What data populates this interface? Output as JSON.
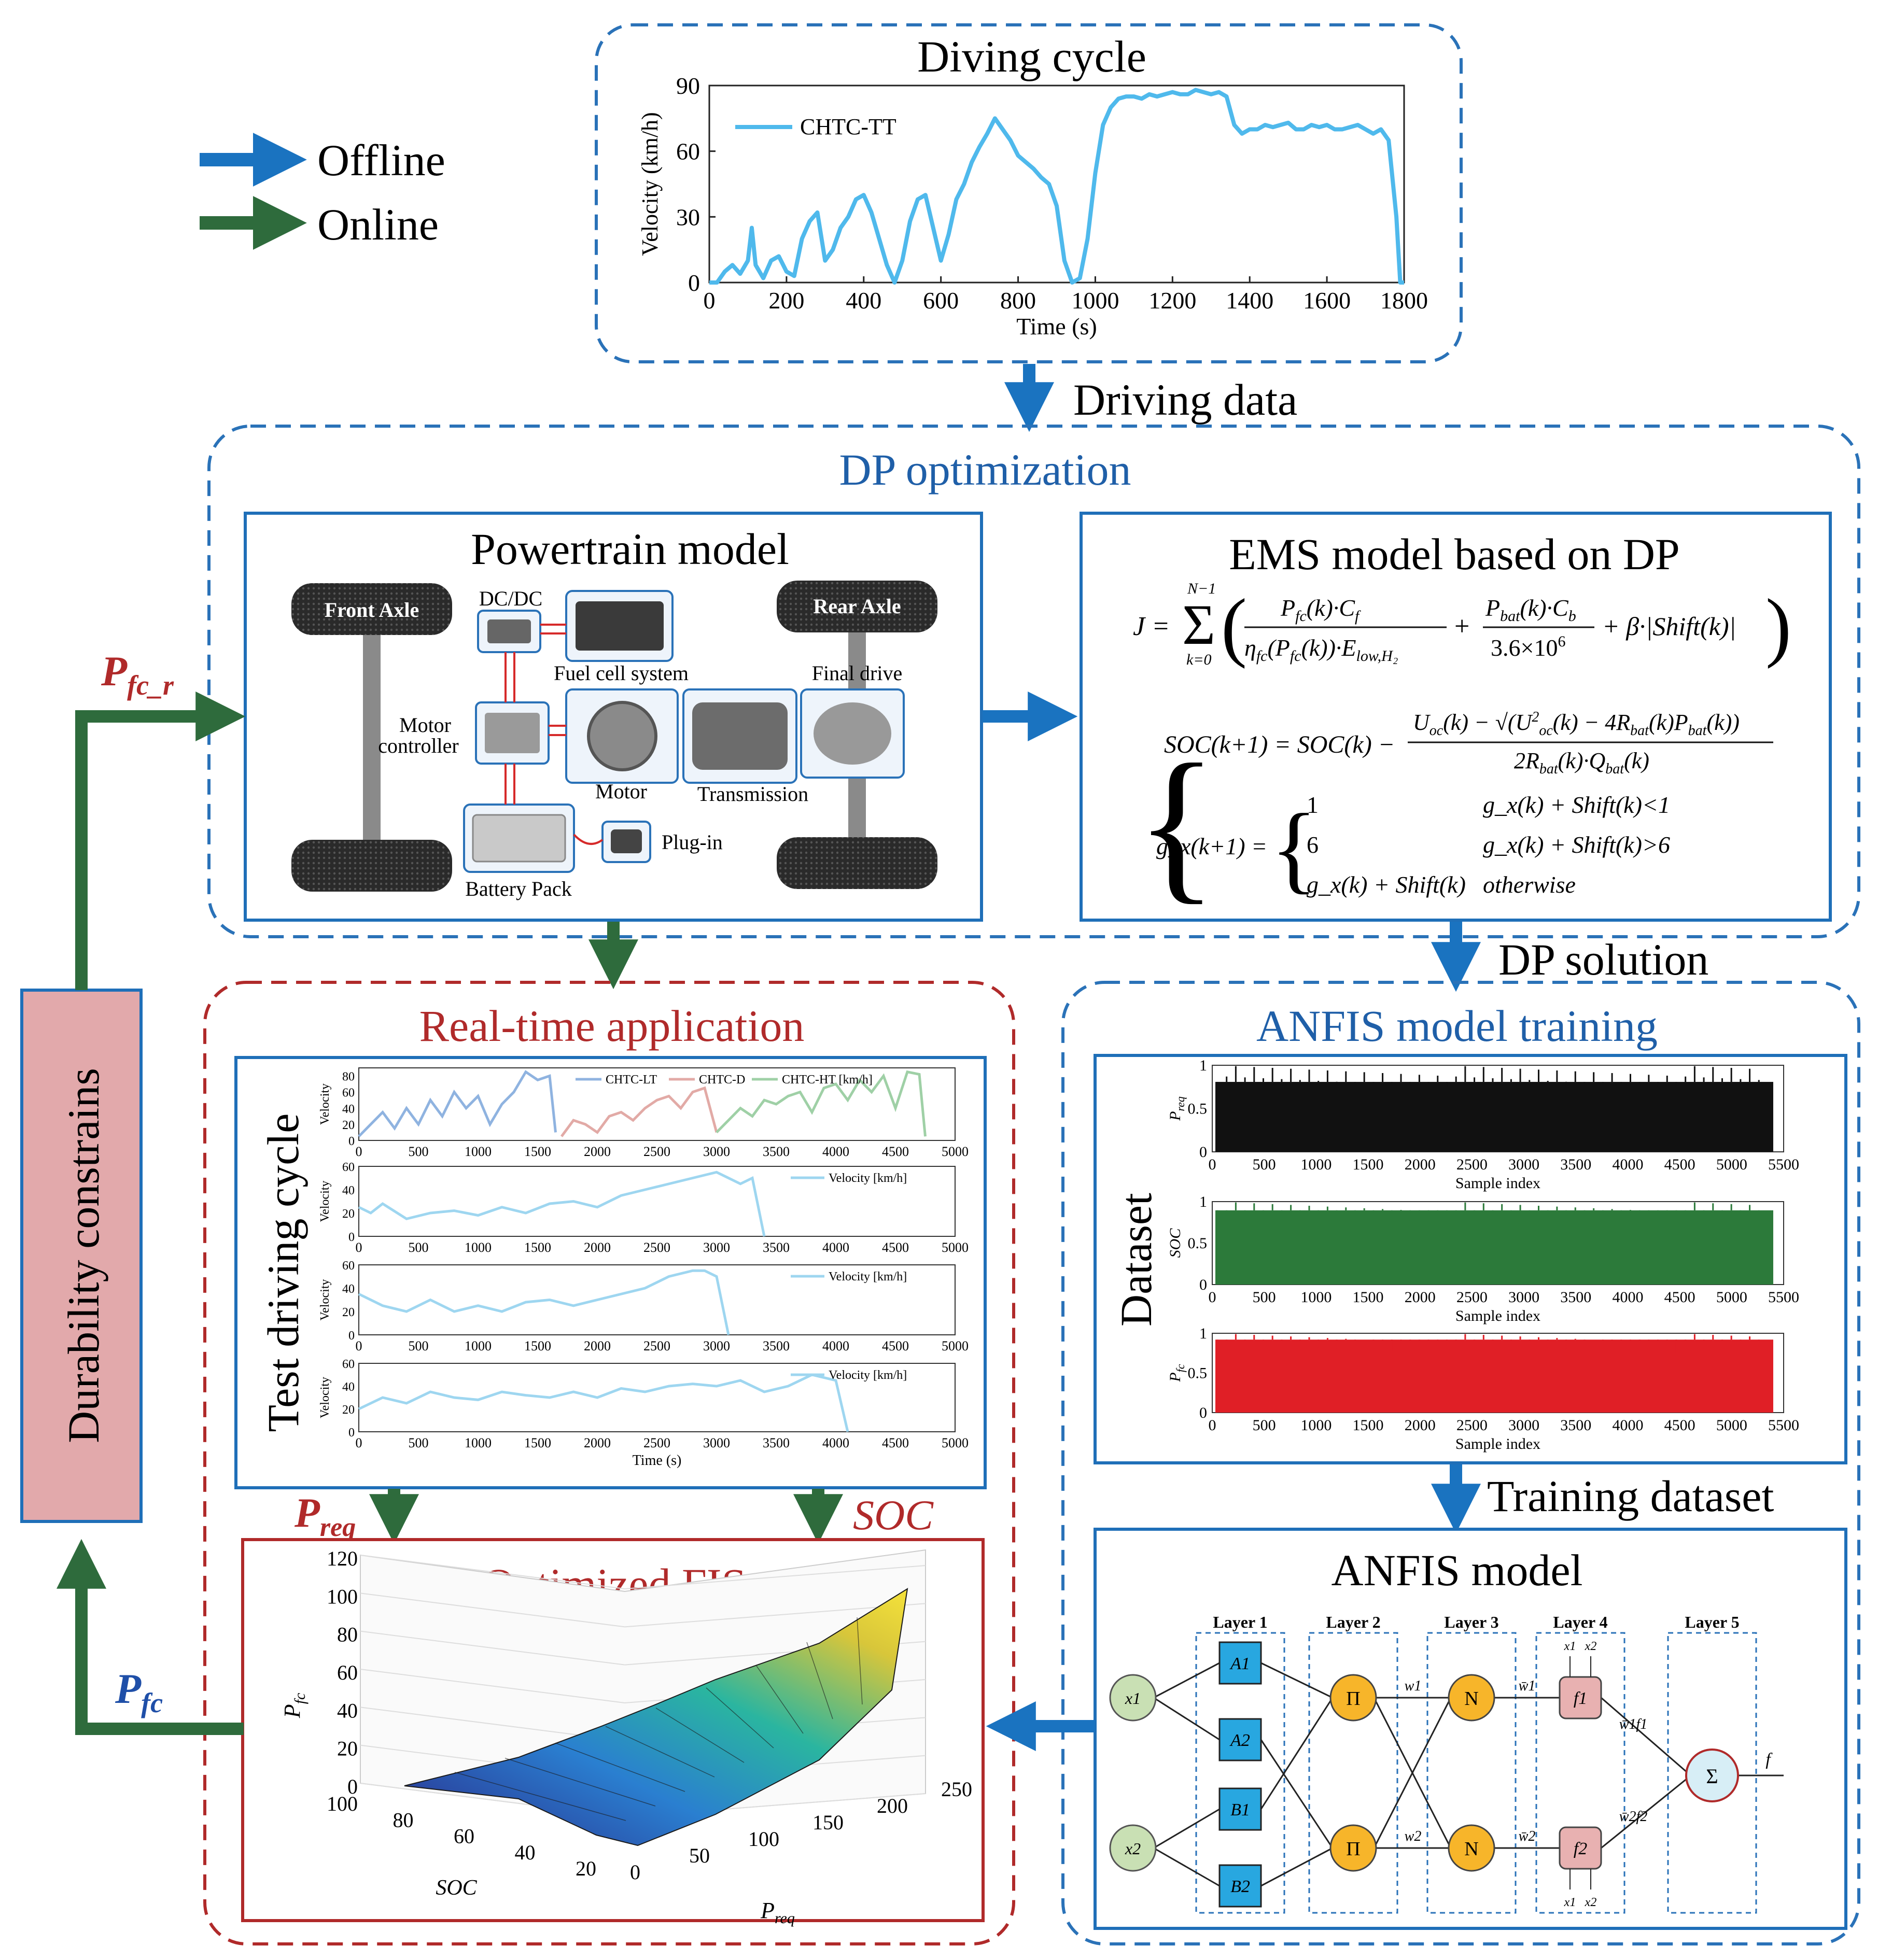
{
  "legend": {
    "offline_label": "Offline",
    "online_label": "Online",
    "offline_color": "#1a73c0",
    "online_color": "#2e6b3c"
  },
  "driving_cycle": {
    "title": "Diving cycle",
    "series_name": "CHTC-TT",
    "xlabel": "Time (s)",
    "ylabel": "Velocity (km/h)",
    "xticks": [
      "0",
      "200",
      "400",
      "600",
      "800",
      "1000",
      "1200",
      "1400",
      "1600",
      "1800"
    ],
    "yticks": [
      "0",
      "30",
      "60",
      "90"
    ]
  },
  "arrows": {
    "driving_data": "Driving data",
    "dp_solution": "DP solution",
    "training_dataset": "Training dataset",
    "p_req": "P",
    "p_req_sub": "req",
    "soc": "SOC",
    "p_fc": "P",
    "p_fc_sub": "fc",
    "p_fc_r": "P",
    "p_fc_r_sub": "fc_r"
  },
  "dp_optimization": {
    "title": "DP optimization",
    "powertrain": {
      "title": "Powertrain model",
      "front_axle": "Front Axle",
      "rear_axle": "Rear Axle",
      "dcdc": "DC/DC",
      "fuel_cell": "Fuel cell system",
      "final_drive": "Final drive",
      "motor_controller": "Motor controller",
      "motor": "Motor",
      "transmission": "Transmission",
      "plug_in": "Plug-in",
      "battery_pack": "Battery Pack"
    },
    "ems": {
      "title": "EMS model based on DP",
      "eq_cost": "J = Σ_{k=0}^{N−1} ( P_fc(k)·C_f / (η_fc(P_fc(k))·E_low,H2) + P_bat(k)·C_b / (3.6×10^6) + β·|Shift(k)| )",
      "eq_soc": "SOC(k+1) = SOC(k) − ( U_oc(k) − √(U_oc²(k) − 4R_bat(k)P_bat(k)) ) / ( 2R_bat(k)·Q_bat(k) )",
      "eq_gear_lhs": "g_x(k+1) =",
      "case1_val": "1",
      "case1_cond": "g_x(k) + Shift(k)<1",
      "case2_val": "6",
      "case2_cond": "g_x(k) + Shift(k)>6",
      "case3_val": "g_x(k) + Shift(k)",
      "case3_cond": "otherwise"
    }
  },
  "realtime": {
    "title": "Real-time application",
    "test_cycle_label": "Test driving cycle",
    "legend_items": [
      "CHTC-LT",
      "CHTC-D",
      "CHTC-HT [km/h]"
    ],
    "legend_colors": [
      "#8fb3e0",
      "#e2aaa6",
      "#9fd0a6"
    ],
    "panel_ylabel": "Velocity",
    "panel_series": "Velocity [km/h]",
    "xticks": [
      "0",
      "500",
      "1000",
      "1500",
      "2000",
      "2500",
      "3000",
      "3500",
      "4000",
      "4500",
      "5000"
    ],
    "top_yticks": [
      "0",
      "20",
      "40",
      "60",
      "80"
    ],
    "yticks": [
      "0",
      "20",
      "40",
      "60"
    ],
    "xlabel": "Time (s)"
  },
  "anfis_training": {
    "title": "ANFIS model training",
    "dataset_label": "Dataset",
    "xlabel": "Sample index",
    "xticks": [
      "0",
      "500",
      "1000",
      "1500",
      "2000",
      "2500",
      "3000",
      "3500",
      "4000",
      "4500",
      "5000",
      "5500"
    ],
    "yticks": [
      "0",
      "0.5",
      "1"
    ],
    "panels": [
      {
        "ylabel": "P",
        "ylabel_sub": "req",
        "color": "#111111"
      },
      {
        "ylabel": "SOC",
        "ylabel_sub": "",
        "color": "#2c7a3a"
      },
      {
        "ylabel": "P",
        "ylabel_sub": "fc",
        "color": "#e01f26"
      }
    ]
  },
  "optimized_fis": {
    "title": "Optimized FIS",
    "zlabel": "P",
    "zlabel_sub": "fc",
    "ylabel": "SOC",
    "xlabel": "P",
    "xlabel_sub": "req",
    "zticks": [
      "0",
      "20",
      "40",
      "60",
      "80",
      "100",
      "120"
    ],
    "soc_ticks": [
      "100",
      "80",
      "60",
      "40",
      "20"
    ],
    "preq_ticks": [
      "0",
      "50",
      "100",
      "150",
      "200",
      "250"
    ]
  },
  "anfis_model": {
    "title": "ANFIS model",
    "layers": [
      "Layer 1",
      "Layer 2",
      "Layer 3",
      "Layer 4",
      "Layer 5"
    ],
    "inputs": [
      "x1",
      "x2"
    ],
    "mf_nodes": [
      "A1",
      "A2",
      "B1",
      "B2"
    ],
    "prod_nodes": [
      "Π",
      "Π"
    ],
    "norm_nodes": [
      "N",
      "N"
    ],
    "rule_nodes": [
      "f1",
      "f2"
    ],
    "sum_node": "Σ",
    "output": "f",
    "w_labels": [
      "w1",
      "w2"
    ],
    "wbar_labels": [
      "w̄1",
      "w̄2"
    ],
    "wf_labels": [
      "w̄1f1",
      "w̄2f2"
    ],
    "layer4_inputs": [
      "x1",
      "x2"
    ]
  },
  "durability": {
    "label": "Durability constrains"
  },
  "chart_data": [
    {
      "type": "line",
      "title": "Diving cycle",
      "xlabel": "Time (s)",
      "ylabel": "Velocity (km/h)",
      "xlim": [
        0,
        1800
      ],
      "ylim": [
        0,
        90
      ],
      "series": [
        {
          "name": "CHTC-TT",
          "x": [
            0,
            20,
            40,
            60,
            80,
            100,
            110,
            120,
            140,
            160,
            180,
            200,
            220,
            240,
            260,
            280,
            300,
            320,
            340,
            360,
            380,
            400,
            420,
            440,
            460,
            480,
            500,
            520,
            540,
            560,
            580,
            600,
            620,
            640,
            660,
            680,
            700,
            720,
            740,
            760,
            780,
            800,
            820,
            840,
            860,
            880,
            900,
            920,
            940,
            960,
            980,
            1000,
            1020,
            1040,
            1060,
            1080,
            1100,
            1120,
            1140,
            1160,
            1180,
            1200,
            1220,
            1240,
            1260,
            1280,
            1300,
            1320,
            1340,
            1360,
            1380,
            1400,
            1420,
            1440,
            1460,
            1480,
            1500,
            1520,
            1540,
            1560,
            1580,
            1600,
            1620,
            1640,
            1660,
            1680,
            1700,
            1720,
            1740,
            1760,
            1780,
            1790,
            1800
          ],
          "y": [
            0,
            0,
            5,
            8,
            4,
            10,
            25,
            8,
            2,
            10,
            12,
            5,
            3,
            20,
            28,
            32,
            10,
            15,
            25,
            30,
            38,
            40,
            32,
            20,
            8,
            0,
            10,
            28,
            38,
            40,
            25,
            10,
            22,
            38,
            45,
            55,
            62,
            68,
            75,
            70,
            65,
            58,
            55,
            52,
            48,
            45,
            35,
            10,
            0,
            2,
            20,
            50,
            72,
            80,
            84,
            85,
            85,
            84,
            86,
            85,
            86,
            87,
            86,
            86,
            88,
            87,
            86,
            87,
            85,
            72,
            68,
            70,
            70,
            72,
            71,
            72,
            73,
            70,
            70,
            72,
            71,
            72,
            70,
            70,
            71,
            72,
            70,
            68,
            70,
            65,
            30,
            0,
            0
          ]
        }
      ]
    },
    {
      "type": "line",
      "title": "",
      "xlabel": "",
      "ylabel": "Velocity",
      "xlim": [
        0,
        5000
      ],
      "ylim": [
        0,
        90
      ],
      "series": [
        {
          "name": "CHTC-LT",
          "x": [
            0,
            100,
            200,
            300,
            400,
            500,
            600,
            700,
            800,
            900,
            1000,
            1100,
            1200,
            1300,
            1400,
            1500,
            1600,
            1650
          ],
          "y": [
            5,
            20,
            35,
            15,
            40,
            20,
            50,
            30,
            60,
            40,
            55,
            20,
            45,
            60,
            85,
            75,
            80,
            10
          ]
        },
        {
          "name": "CHTC-D",
          "x": [
            1700,
            1800,
            1900,
            2000,
            2100,
            2200,
            2300,
            2400,
            2500,
            2600,
            2700,
            2800,
            2900,
            3000
          ],
          "y": [
            5,
            25,
            20,
            10,
            30,
            35,
            25,
            40,
            50,
            55,
            40,
            60,
            65,
            10
          ]
        },
        {
          "name": "CHTC-HT [km/h]",
          "x": [
            3000,
            3100,
            3200,
            3300,
            3400,
            3500,
            3600,
            3700,
            3800,
            3900,
            4000,
            4100,
            4200,
            4300,
            4400,
            4500,
            4600,
            4700,
            4750
          ],
          "y": [
            10,
            25,
            40,
            30,
            50,
            45,
            55,
            60,
            35,
            65,
            70,
            50,
            75,
            60,
            80,
            40,
            85,
            82,
            5
          ]
        }
      ]
    },
    {
      "type": "line",
      "title": "",
      "ylabel": "Velocity",
      "xlim": [
        0,
        5000
      ],
      "ylim": [
        0,
        60
      ],
      "series": [
        {
          "name": "Velocity [km/h]",
          "x": [
            0,
            100,
            200,
            400,
            600,
            800,
            1000,
            1200,
            1400,
            1600,
            1800,
            2000,
            2200,
            2400,
            2600,
            2800,
            3000,
            3200,
            3300,
            3400
          ],
          "y": [
            25,
            20,
            28,
            15,
            20,
            22,
            18,
            25,
            20,
            28,
            30,
            25,
            35,
            40,
            45,
            50,
            55,
            45,
            50,
            0
          ]
        }
      ]
    },
    {
      "type": "line",
      "title": "",
      "ylabel": "Velocity",
      "xlim": [
        0,
        5000
      ],
      "ylim": [
        0,
        60
      ],
      "series": [
        {
          "name": "Velocity [km/h]",
          "x": [
            0,
            100,
            200,
            400,
            600,
            800,
            1000,
            1200,
            1400,
            1600,
            1800,
            2000,
            2200,
            2400,
            2600,
            2800,
            2900,
            3000,
            3100
          ],
          "y": [
            35,
            30,
            25,
            20,
            30,
            20,
            25,
            20,
            28,
            30,
            25,
            30,
            35,
            40,
            50,
            55,
            55,
            50,
            0
          ]
        }
      ]
    },
    {
      "type": "line",
      "title": "",
      "xlabel": "Time (s)",
      "ylabel": "Velocity",
      "xlim": [
        0,
        5000
      ],
      "ylim": [
        0,
        60
      ],
      "series": [
        {
          "name": "Velocity [km/h]",
          "x": [
            0,
            200,
            400,
            600,
            800,
            1000,
            1200,
            1400,
            1600,
            1800,
            2000,
            2200,
            2400,
            2600,
            2800,
            3000,
            3200,
            3400,
            3600,
            3800,
            4000,
            4100
          ],
          "y": [
            20,
            30,
            25,
            35,
            30,
            28,
            35,
            32,
            30,
            35,
            30,
            38,
            35,
            40,
            42,
            40,
            45,
            35,
            40,
            50,
            45,
            0
          ]
        }
      ]
    },
    {
      "type": "bar",
      "title": "",
      "xlabel": "Sample index",
      "ylabel": "P_req",
      "xlim": [
        0,
        5500
      ],
      "ylim": [
        0,
        1
      ],
      "series": [
        {
          "name": "P_req",
          "values": [
            0.7,
            0.8,
            0.75,
            0.9,
            0.85,
            0.7,
            0.95,
            0.8,
            0.75,
            0.88
          ]
        }
      ]
    },
    {
      "type": "bar",
      "title": "",
      "xlabel": "Sample index",
      "ylabel": "SOC",
      "xlim": [
        0,
        5500
      ],
      "ylim": [
        0,
        1
      ],
      "series": [
        {
          "name": "SOC",
          "values": [
            0.85,
            0.9,
            0.88,
            0.92,
            0.9,
            0.87,
            0.93,
            0.9,
            0.89,
            0.91
          ]
        }
      ]
    },
    {
      "type": "bar",
      "title": "",
      "xlabel": "Sample index",
      "ylabel": "P_fc",
      "xlim": [
        0,
        5500
      ],
      "ylim": [
        0,
        1
      ],
      "series": [
        {
          "name": "P_fc",
          "values": [
            0.9,
            0.92,
            0.95,
            0.9,
            0.93,
            0.91,
            0.94,
            0.92,
            0.9,
            0.93
          ]
        }
      ]
    },
    {
      "type": "heatmap",
      "title": "Optimized FIS",
      "xlabel": "P_req",
      "ylabel": "SOC",
      "zlabel": "P_fc",
      "xlim": [
        0,
        250
      ],
      "ylim": [
        20,
        100
      ],
      "zlim": [
        0,
        120
      ]
    }
  ]
}
